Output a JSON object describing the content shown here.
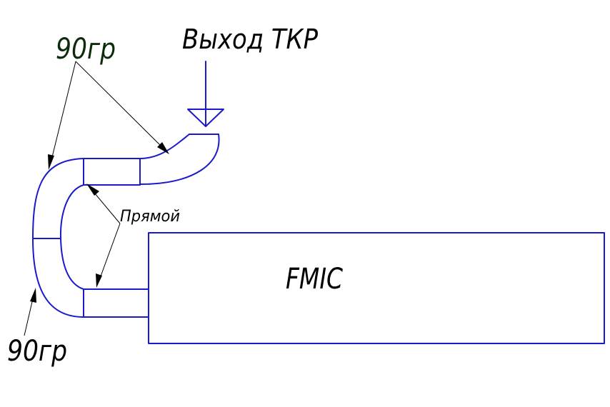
{
  "labels": {
    "turbo_outlet": "Выход ТКР",
    "bend_top": "90гр",
    "bend_bottom": "90гр",
    "straight": "Прямой",
    "intercooler": "FMIC"
  },
  "colors": {
    "pipe": "#1a1acc",
    "text": "#000000",
    "bend_top_label": "#0d2a0d",
    "background": "#ffffff"
  }
}
